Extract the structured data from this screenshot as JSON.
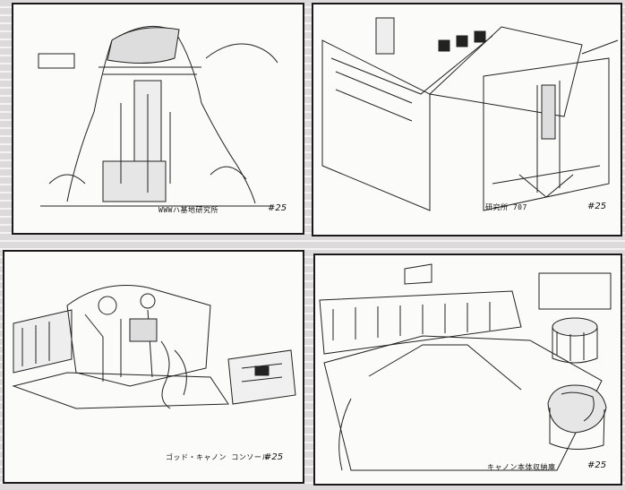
{
  "panels": [
    {
      "caption": "WWWハ基地研究所",
      "number": "#25",
      "subject": "mountain-fortress"
    },
    {
      "caption": "研究所 707",
      "number": "#25",
      "subject": "lab-interior"
    },
    {
      "caption": "ゴッド・キャノン コンソール",
      "number": "#25",
      "subject": "cannon-machine"
    },
    {
      "caption": "キャノン本体収納庫",
      "number": "#25",
      "subject": "hangar-interior"
    }
  ]
}
